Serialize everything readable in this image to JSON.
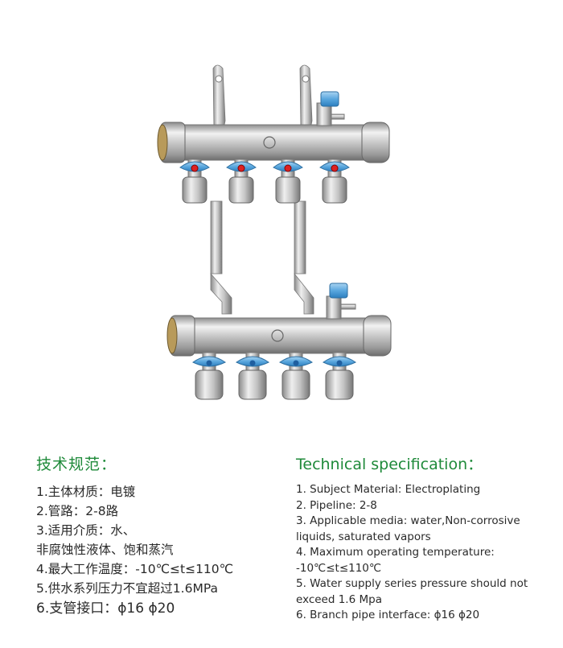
{
  "cn": {
    "title": "技术规范：",
    "items": [
      "1.主体材质：电镀",
      "2.管路：2-8路",
      "3.适用介质：水、",
      "非腐蚀性液体、饱和蒸汽",
      "4.最大工作温度：-10℃≤t≤110℃",
      "5.供水系列压力不宜超过1.6MPa",
      "6.支管接口：ϕ16 ϕ20"
    ]
  },
  "en": {
    "title": "Technical specification：",
    "items": [
      [
        "1. Subject Material: Electroplating"
      ],
      [
        "2. Pipeline: 2-8"
      ],
      [
        "3. Applicable media: water,Non-corrosive",
        " liquids, saturated vapors"
      ],
      [
        "4. Maximum operating temperature:",
        " -10℃≤t≤110℃"
      ],
      [
        "5. Water supply series pressure should not",
        "exceed 1.6 Mpa"
      ],
      [
        "6. Branch pipe interface: ϕ16 ϕ20"
      ]
    ]
  }
}
